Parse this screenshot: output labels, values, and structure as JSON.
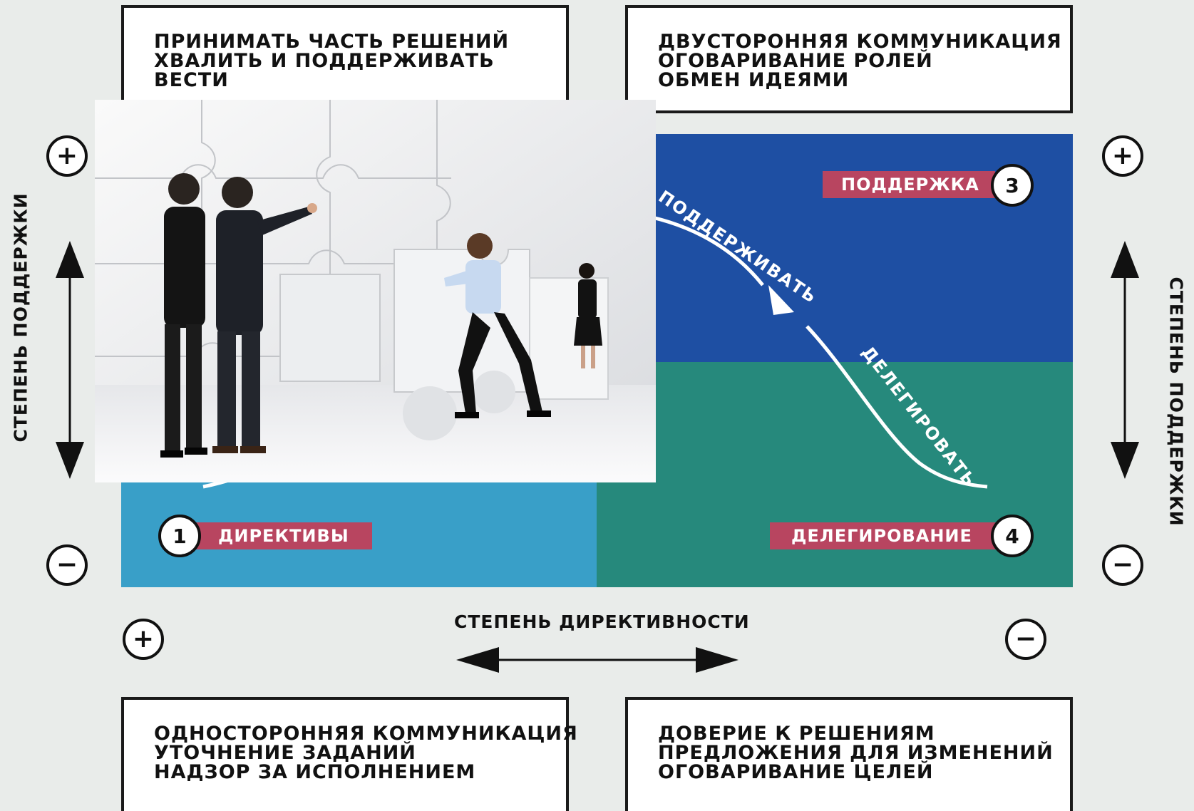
{
  "top_left_box": {
    "lines": [
      "ПРИНИМАТЬ ЧАСТЬ РЕШЕНИЙ",
      "ХВАЛИТЬ И ПОДДЕРЖИВАТЬ",
      "ВЕСТИ"
    ]
  },
  "top_right_box": {
    "lines": [
      "ДВУСТОРОННЯЯ КОММУНИКАЦИЯ",
      "ОГОВАРИВАНИЕ РОЛЕЙ",
      "ОБМЕН ИДЕЯМИ"
    ]
  },
  "bottom_left_box": {
    "lines": [
      "ОДНОСТОРОННЯЯ КОММУНИКАЦИЯ",
      "УТОЧНЕНИЕ ЗАДАНИЙ",
      "НАДЗОР ЗА ИСПОЛНЕНИЕМ"
    ]
  },
  "bottom_right_box": {
    "lines": [
      "ДОВЕРИЕ К РЕШЕНИЯМ",
      "ПРЕДЛОЖЕНИЯ ДЛЯ ИЗМЕНЕНИЙ",
      "ОГОВАРИВАНИЕ ЦЕЛЕЙ"
    ]
  },
  "quadrants": {
    "q1": {
      "number": "1",
      "label": "ДИРЕКТИВЫ"
    },
    "q3": {
      "number": "3",
      "label": "ПОДДЕРЖКА"
    },
    "q4": {
      "number": "4",
      "label": "ДЕЛЕГИРОВАНИЕ"
    }
  },
  "curve_labels": {
    "support": "ПОДДЕРЖИВАТЬ",
    "delegate": "ДЕЛЕГИРОВАТЬ"
  },
  "axes": {
    "vertical_label": "СТЕПЕНЬ ПОДДЕРЖКИ",
    "horizontal_label": "СТЕПЕНЬ ДИРЕКТИВНОСТИ",
    "plus": "+",
    "minus": "−"
  },
  "colors": {
    "support_blue": "#1e4fa3",
    "delegation_teal": "#26897c",
    "directives_light_blue": "#399fc8",
    "label_accent": "#b84560"
  },
  "photo": {
    "subject": "business-team-assembling-puzzle"
  }
}
